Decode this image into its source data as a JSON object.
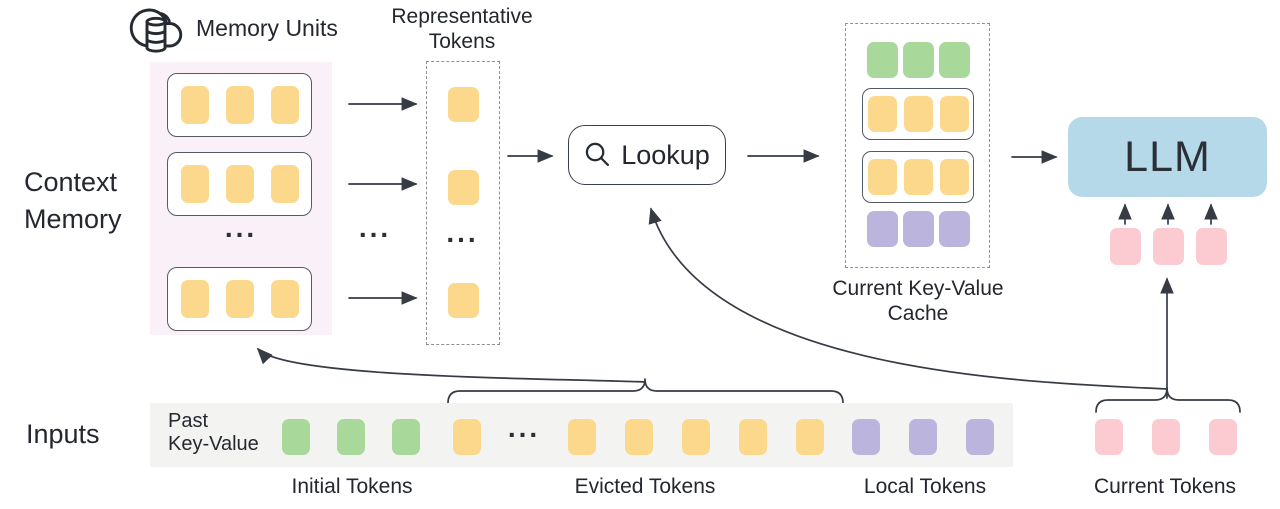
{
  "colors": {
    "token_yellow": "#FBD88C",
    "token_green": "#A9D89B",
    "token_purple": "#BBB5DD",
    "token_pink": "#FBCBD1",
    "llm_blue": "#B6D9EA",
    "memory_panel_bg": "#FAF0F7",
    "input_strip_bg": "#F3F4F2",
    "line": "#363B44",
    "box_border": "#555B63",
    "dashed_border": "#8F8F8F",
    "text": "#24272E"
  },
  "ellipsis": "...",
  "header": {
    "memory_units_label": "Memory Units",
    "representative_line1": "Representative",
    "representative_line2": "Tokens"
  },
  "left": {
    "context_memory_line1": "Context",
    "context_memory_line2": "Memory",
    "inputs_label": "Inputs"
  },
  "memory": {
    "unit_rows_visible": 3,
    "tokens_per_unit": 3
  },
  "representative": {
    "tokens_visible": 3
  },
  "lookup": {
    "label": "Lookup"
  },
  "cache": {
    "label_line1": "Current Key-Value",
    "label_line2": "Cache",
    "green_tokens": 3,
    "yellow_rows": 2,
    "yellow_tokens_per_row": 3,
    "purple_tokens": 3
  },
  "llm": {
    "label": "LLM",
    "input_pink_tokens": 3
  },
  "strip": {
    "past_kv_line1": "Past",
    "past_kv_line2": "Key-Value",
    "initial_green_tokens": 3,
    "evicted_yellow_before_gap": 1,
    "evicted_yellow_after_gap": 5,
    "local_purple_tokens": 3,
    "current_pink_tokens": 3
  },
  "token_groups": {
    "initial_label": "Initial Tokens",
    "evicted_label": "Evicted Tokens",
    "local_label": "Local Tokens",
    "current_label": "Current Tokens"
  }
}
